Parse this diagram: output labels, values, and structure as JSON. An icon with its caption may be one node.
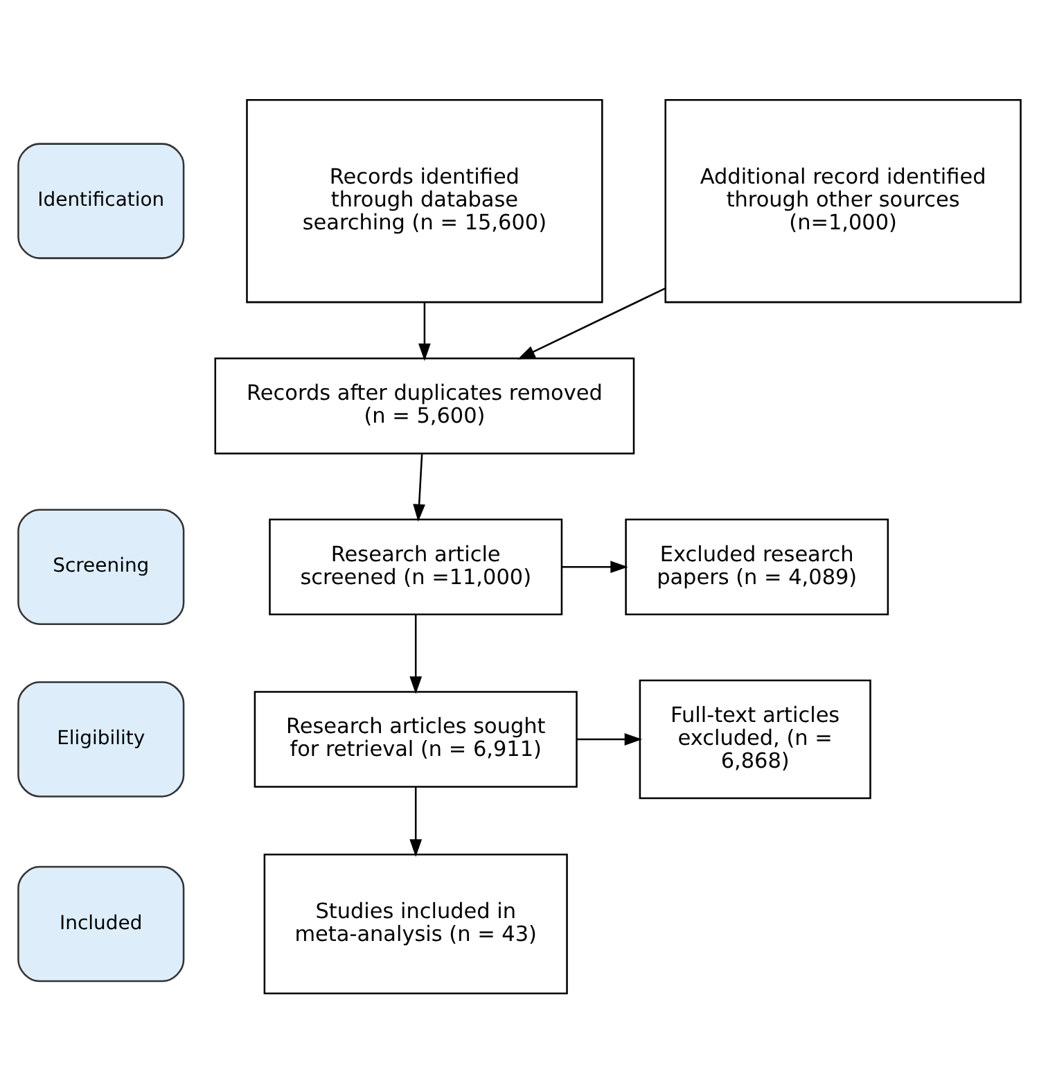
{
  "diagram": {
    "nodes": [
      {
        "text": [
          "Identification"
        ]
      },
      {
        "text": [
          "Screening"
        ]
      },
      {
        "text": [
          "Eligibility"
        ]
      },
      {
        "text": [
          "Included"
        ]
      },
      {
        "text": [
          "Records identified through database searching (n = 15,600)"
        ]
      },
      {
        "text": [
          "Additional record identified through other sources (n=1,000)"
        ]
      },
      {
        "text": [
          "Records after duplicates removed (n = 5,600)"
        ]
      },
      {
        "text": [
          "Research article screened (n =11,000)"
        ]
      },
      {
        "text": [
          "Excluded research papers (n = 4,089)"
        ]
      },
      {
        "text": [
          "Research articles sought for retrieval (n = 6,911)"
        ]
      },
      {
        "text": [
          "Full-text articles excluded, (n = 6,868)"
        ]
      },
      {
        "text": [
          "Studies included in meta-analysis (n = 43)"
        ]
      }
    ],
    "edges": [
      {
        "from": 4,
        "to": 6,
        "arrow": "to"
      },
      {
        "from": 5,
        "to": 6,
        "arrow": "to"
      },
      {
        "from": 6,
        "to": 7,
        "arrow": "to"
      },
      {
        "from": 7,
        "to": 8,
        "arrow": "to"
      },
      {
        "from": 7,
        "to": 9,
        "arrow": "to"
      },
      {
        "from": 9,
        "to": 10,
        "arrow": "to"
      },
      {
        "from": 9,
        "to": 11,
        "arrow": "to"
      }
    ]
  }
}
